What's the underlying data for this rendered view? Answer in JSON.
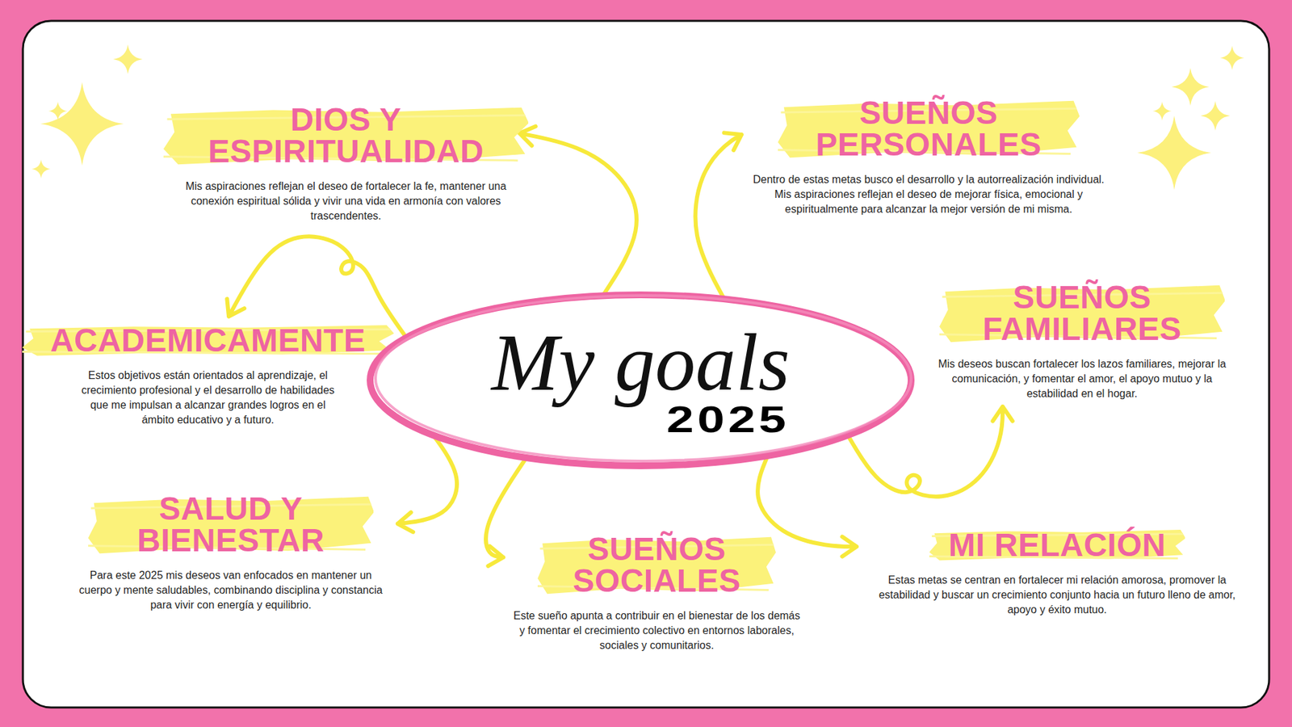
{
  "diagram": {
    "nodes": [
      {
        "text": [
          "DIOS Y ESPIRITUALIDAD",
          "Mis aspiraciones reflejan el deseo de fortalecer la fe, mantener una conexión espiritual sólida y vivir una vida en armonía con valores trascendentes."
        ]
      },
      {
        "text": [
          "SUEÑOS PERSONALES",
          "Dentro de estas metas busco el desarrollo y la autorrealización individual. Mis aspiraciones reflejan el deseo de mejorar física, emocional y espiritualmente para alcanzar la mejor versión de mi misma."
        ]
      },
      {
        "text": [
          "ACADEMICAMENTE",
          "Estos objetivos están orientados al aprendizaje, el crecimiento profesional y el desarrollo de habilidades que me impulsan a alcanzar grandes logros en el ámbito educativo y a futuro."
        ]
      },
      {
        "text": [
          "My goals",
          "2025"
        ]
      },
      {
        "text": [
          "SUEÑOS FAMILIARES",
          "Mis deseos buscan fortalecer los lazos familiares, mejorar la comunicación, y fomentar el amor, el apoyo mutuo y la estabilidad en el hogar."
        ]
      },
      {
        "text": [
          "SALUD Y BIENESTAR",
          "Para este 2025 mis deseos van enfocados en mantener un cuerpo y mente saludables, combinando disciplina y constancia para vivir con energía y equilibrio."
        ]
      },
      {
        "text": [
          "SUEÑOS SOCIALES",
          "Este sueño apunta a contribuir en el bienestar de los demás y fomentar el crecimiento colectivo en entornos laborales, sociales y comunitarios."
        ]
      },
      {
        "text": [
          "MI RELACIÓN",
          "Estas metas se centran en fortalecer mi relación amorosa, promover la estabilidad y buscar un crecimiento conjunto hacia un futuro lleno de amor, apoyo y éxito mutuo."
        ]
      }
    ],
    "edges": [
      {
        "from": 3,
        "to": 0,
        "arrow": "to"
      },
      {
        "from": 3,
        "to": 1,
        "arrow": "to"
      },
      {
        "from": 3,
        "to": 2,
        "arrow": "to"
      },
      {
        "from": 3,
        "to": 4,
        "arrow": "to"
      },
      {
        "from": 3,
        "to": 5,
        "arrow": "to"
      },
      {
        "from": 3,
        "to": 6,
        "arrow": "to"
      },
      {
        "from": 3,
        "to": 7,
        "arrow": "to"
      }
    ]
  }
}
